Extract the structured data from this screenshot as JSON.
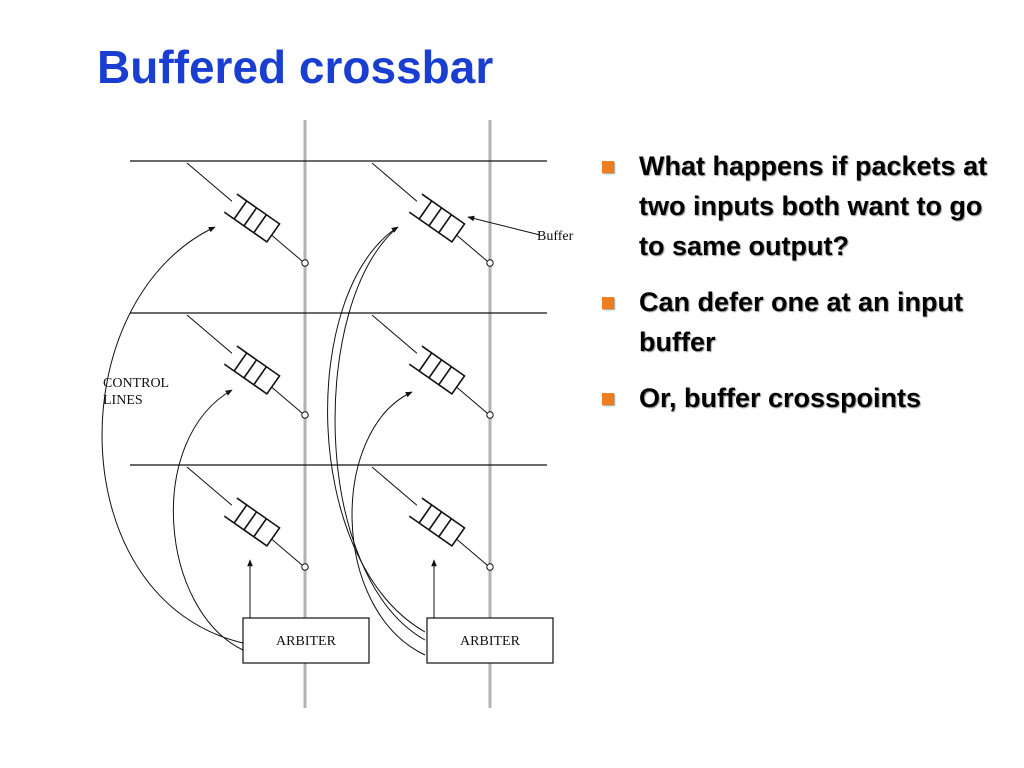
{
  "title": "Buffered crossbar",
  "diagram": {
    "buffer_label": "Buffer",
    "control_label_line1": "CONTROL",
    "control_label_line2": "LINES",
    "arbiter_labels": [
      "ARBITER",
      "ARBITER"
    ]
  },
  "bullets": [
    "What happens if packets at two inputs both want to go to same output?",
    "Can defer one at an input buffer",
    "Or, buffer crosspoints"
  ],
  "colors": {
    "title": "#1a3fd0",
    "bullet_marker": "#f07d1f",
    "output_bus": "#b3b3b3"
  }
}
